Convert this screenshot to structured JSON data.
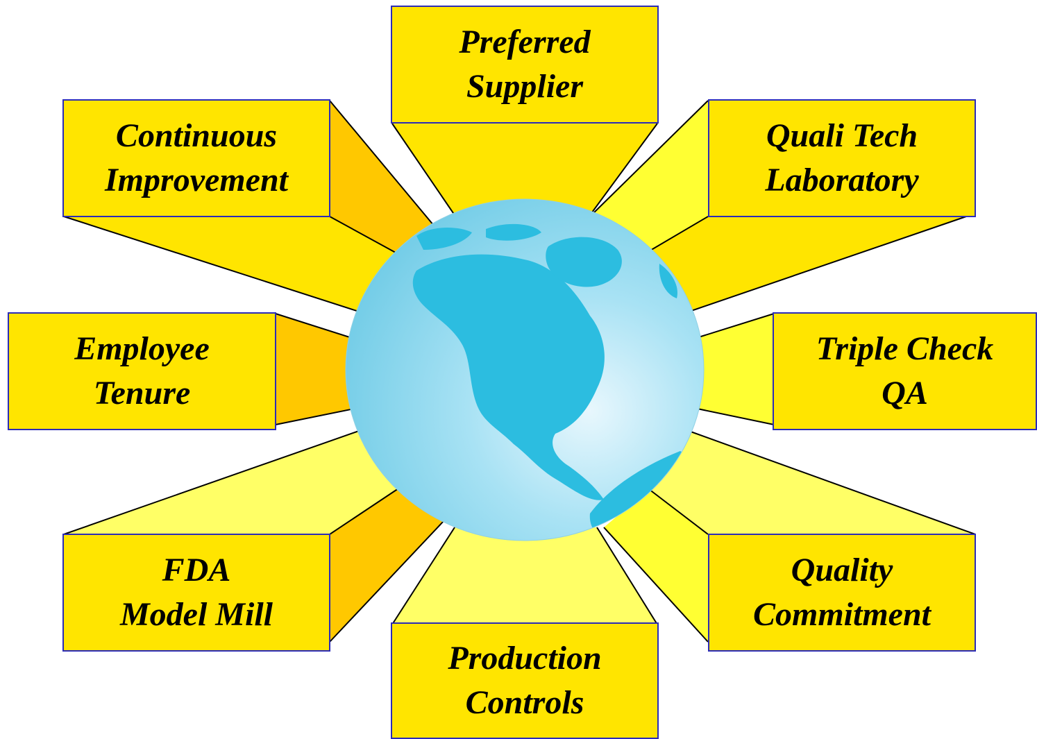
{
  "colors": {
    "box_fill": "#ffe500",
    "box_border": "#2b2bb8",
    "ray_light": "#ffff33",
    "ray_mid": "#ffe500",
    "ray_dark": "#ffc800",
    "globe_ocean": "#a8e2f4",
    "globe_land": "#2cbde0"
  },
  "boxes": [
    {
      "id": "preferred-supplier",
      "lines": [
        "Preferred",
        "Supplier"
      ]
    },
    {
      "id": "continuous-improvement",
      "lines": [
        "Continuous",
        "Improvement"
      ]
    },
    {
      "id": "quali-tech-laboratory",
      "lines": [
        "Quali Tech",
        "Laboratory"
      ]
    },
    {
      "id": "employee-tenure",
      "lines": [
        "Employee",
        "Tenure"
      ]
    },
    {
      "id": "triple-check-qa",
      "lines": [
        "Triple Check",
        "QA"
      ]
    },
    {
      "id": "fda-model-mill",
      "lines": [
        "FDA",
        "Model Mill"
      ]
    },
    {
      "id": "quality-commitment",
      "lines": [
        "Quality",
        "Commitment"
      ]
    },
    {
      "id": "production-controls",
      "lines": [
        "Production",
        "Controls"
      ]
    }
  ]
}
